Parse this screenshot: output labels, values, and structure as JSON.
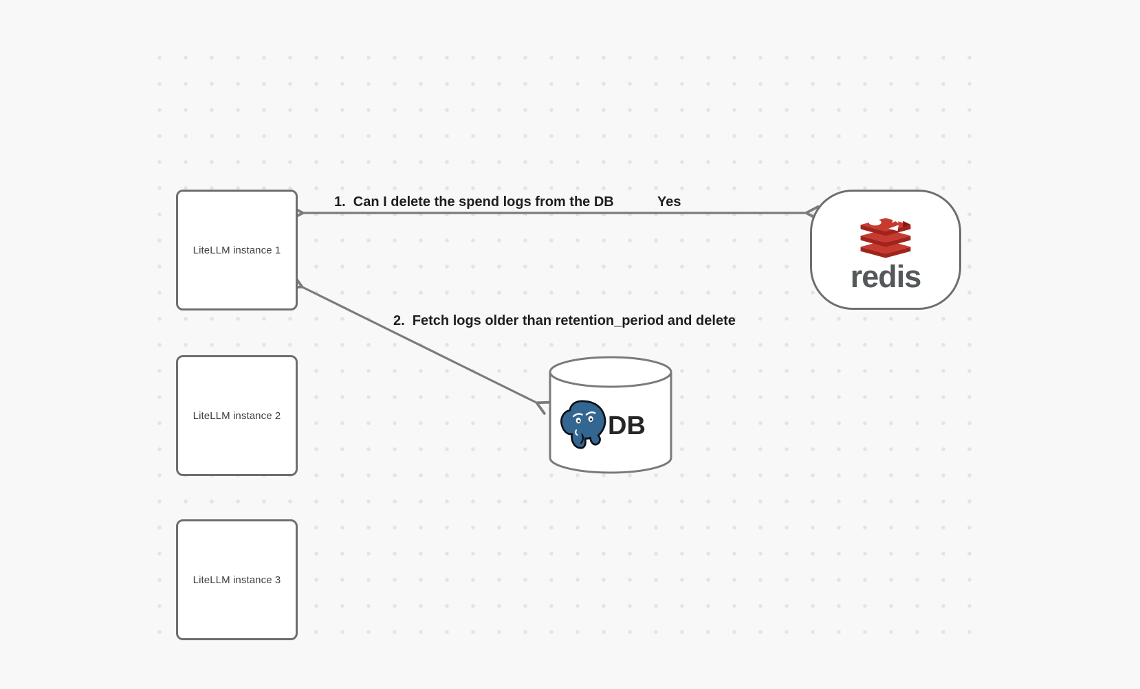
{
  "diagram": {
    "background": "#f8f8f8",
    "dot_color": "#e4e4e4",
    "node_stroke_color": "#6e6e6e",
    "arrow_color": "#7b7b7b",
    "label_color": "#1e1e1e",
    "nodes": {
      "instance1": "LiteLLM instance 1",
      "instance2": "LiteLLM instance 2",
      "instance3": "LiteLLM instance 3",
      "redis_wordmark": "redis",
      "db_label": "DB"
    },
    "arrows": {
      "arrow1_label": "1.  Can I delete the spend logs from the DB",
      "arrow1_response": "Yes",
      "arrow2_label": "2.  Fetch logs older than retention_period and delete"
    },
    "brand_colors": {
      "redis_red_top": "#C73A30",
      "redis_red_side": "#A0241B",
      "redis_wordmark_gray": "#55585a",
      "postgres_blue": "#336791"
    }
  }
}
